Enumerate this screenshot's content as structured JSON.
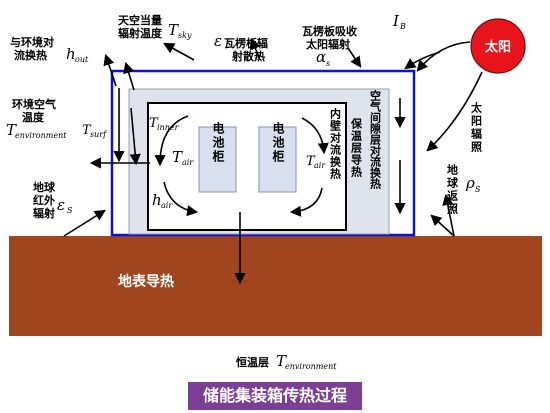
{
  "labels": {
    "sun": "太阳",
    "sky_temp_line1": "天空当量",
    "sky_temp_line2": "辐射温度",
    "sky_sym": "T",
    "sky_sub": "sky",
    "tile_emit_line1": "瓦楞板辐",
    "tile_emit_line2": "射散热",
    "tile_emit_sym": "ε",
    "tile_absorb_line1": "瓦楞板吸收",
    "tile_absorb_line2": "太阳辐射",
    "alpha_sym": "α",
    "alpha_sub": "s",
    "ib_sym": "I",
    "ib_sub": "B",
    "env_conv_line1": "与环境对",
    "env_conv_line2": "流换热",
    "hout_sym": "h",
    "hout_sub": "out",
    "env_air_line1": "环境空气",
    "env_air_line2": "温度",
    "tenv_sym": "T",
    "tenv_sub": "environment",
    "tsurf_sym": "T",
    "tsurf_sub": "surf",
    "tinner_sym": "T",
    "tinner_sub": "inner",
    "tair_sym": "T",
    "tair_sub": "air",
    "tair2_sym": "T",
    "tair2_sub": "air",
    "hair_sym": "h",
    "hair_sub": "air",
    "battery1": "电池柜",
    "battery2": "电池柜",
    "inner_wall": "内壁对流换热",
    "insulation": "保温层导热",
    "air_gap": "空气间隙层对流换热",
    "solar_rad": "太阳辐照",
    "ground_reflect": "地球返照",
    "rho_sym": "ρ",
    "rho_sub": "S",
    "ground_ir_line1": "地球",
    "ground_ir_line2": "红外",
    "ground_ir_line3": "辐射",
    "eps_s_sym": "ε",
    "eps_s_sub": "S",
    "ground_conduction": "地表导热",
    "const_layer": "恒温层",
    "tenv2_sym": "T",
    "tenv2_sub": "environment"
  },
  "title": "储能集装箱传热过程",
  "colors": {
    "sun_fill": "#e8141b",
    "ground_fill": "#a0451e",
    "container_border": "#1010d6",
    "insulation_fill": "#dfe3ec",
    "battery_fill": "#d8e0ef",
    "title_bg": "#7b3f93"
  }
}
